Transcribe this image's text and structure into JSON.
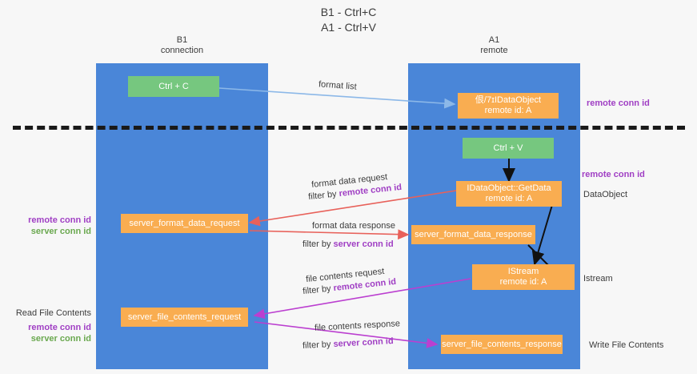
{
  "title": {
    "line1": "B1 - Ctrl+C",
    "line2": "A1 - Ctrl+V"
  },
  "lanes": [
    {
      "name": "b1",
      "header_line1": "B1",
      "header_line2": "connection"
    },
    {
      "name": "a1",
      "header_line1": "A1",
      "header_line2": "remote"
    }
  ],
  "nodes": {
    "ctrl_c": "Ctrl + C",
    "ctrl_v": "Ctrl + V",
    "idataobject_l1": "佷/7ɪIDataObject",
    "idataobject_l2": "remote id: A",
    "getdata_l1": "IDataObject::GetData",
    "getdata_l2": "remote id: A",
    "istream_l1": "IStream",
    "istream_l2": "remote id: A",
    "server_format_data_request": "server_format_data_request",
    "server_format_data_response": "server_format_data_response",
    "server_file_contents_request": "server_file_contents_request",
    "server_file_contents_response": "server_file_contents_response"
  },
  "edge_labels": {
    "format_list": "format list",
    "format_data_request": "format data request",
    "format_data_request_filter_prefix": "filter by ",
    "format_data_request_filter_key": "remote conn id",
    "format_data_response": "format data response",
    "format_data_response_filter_prefix": "filter by ",
    "format_data_response_filter_key": "server conn id",
    "file_contents_request": "file contents request",
    "file_contents_request_filter_prefix": "filter by ",
    "file_contents_request_filter_key": "remote conn id",
    "file_contents_response": "file contents response",
    "file_contents_response_filter_prefix": "filter by ",
    "file_contents_response_filter_key": "server conn id"
  },
  "annotations": {
    "right_remote_conn_id_top": "remote conn id",
    "right_remote_conn_id_mid": "remote conn id",
    "right_dataobject": "DataObject",
    "right_istream": "Istream",
    "right_write_file_contents": "Write File Contents",
    "left_remote_conn_id": "remote conn id",
    "left_server_conn_id": "server conn id",
    "left_read_file_contents": "Read File Contents",
    "left_remote_conn_id_2": "remote conn id",
    "left_server_conn_id_2": "server conn id"
  },
  "colors": {
    "lane": "#4a86d8",
    "node_orange": "#f9ad51",
    "node_green": "#76c77f",
    "remote_conn_id": "#a03fc4",
    "server_conn_id": "#6aa84f",
    "arrow_blue": "#8cb8e8",
    "arrow_red": "#e8615a",
    "arrow_magenta": "#bb3fd0",
    "arrow_black": "#111111",
    "divider": "#1a1a1a"
  }
}
